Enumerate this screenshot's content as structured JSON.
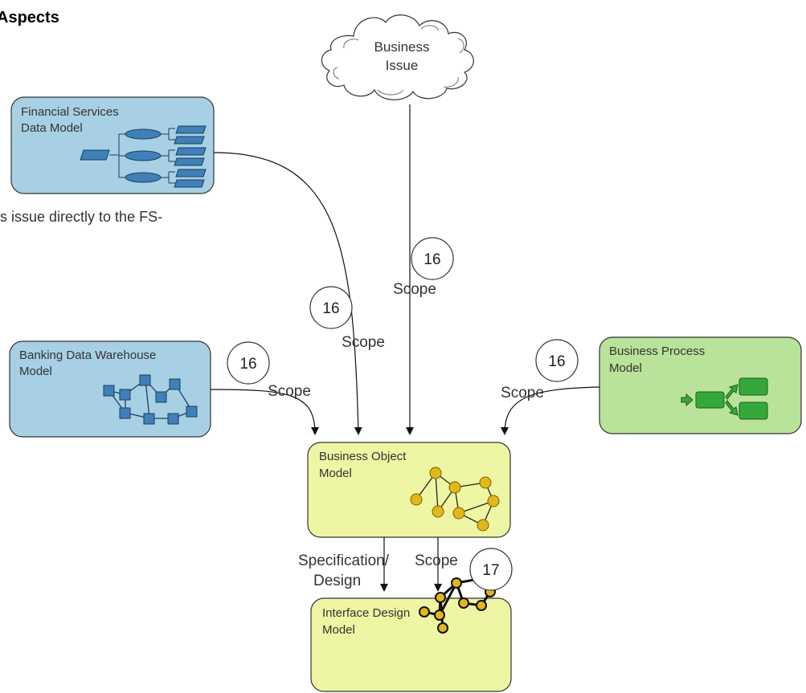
{
  "header": {
    "text": "Aspects"
  },
  "fragment_text": "s issue directly to the FS-",
  "cloud": {
    "line1": "Business",
    "line2": "Issue"
  },
  "boxes": {
    "fsdm": {
      "line1": "Financial Services",
      "line2": "Data Model"
    },
    "bdwm": {
      "line1": "Banking Data Warehouse",
      "line2": "Model"
    },
    "bpm": {
      "line1": "Business Process",
      "line2": "Model"
    },
    "bom": {
      "line1": "Business Object",
      "line2": "Model"
    },
    "idm": {
      "line1": "Interface Design",
      "line2": "Model"
    }
  },
  "edges": {
    "issue_to_bom": {
      "label": "Scope",
      "badge": "16"
    },
    "fsdm_to_bom": {
      "label": "Scope",
      "badge": "16"
    },
    "bdwm_to_bom": {
      "label": "Scope",
      "badge": "16"
    },
    "bpm_to_bom": {
      "label": "Scope",
      "badge": "16"
    },
    "bom_to_idm": {
      "label_spec": "Specification/",
      "label_design": "Design",
      "label_scope": "Scope",
      "badge": "17"
    }
  },
  "colors": {
    "blue_box": "#a8d0e4",
    "green_box": "#b9e29a",
    "yellow_box": "#eef5a3",
    "yellow_node": "#e2b818",
    "blue_node": "#3f80b8",
    "green_node": "#36a83a"
  }
}
